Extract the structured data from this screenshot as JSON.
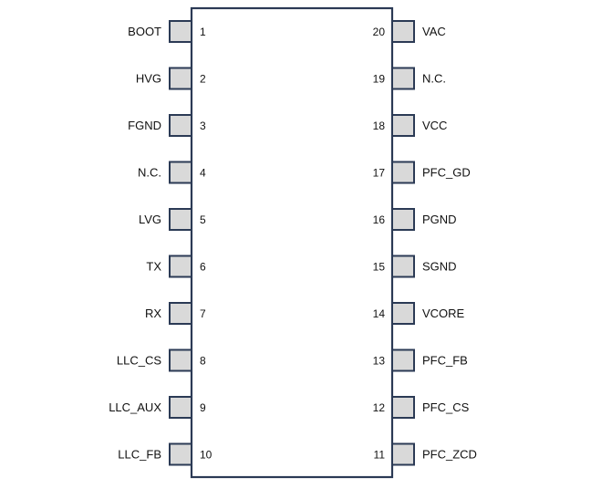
{
  "package": {
    "left_pins": [
      {
        "number": "1",
        "name": "BOOT"
      },
      {
        "number": "2",
        "name": "HVG"
      },
      {
        "number": "3",
        "name": "FGND"
      },
      {
        "number": "4",
        "name": "N.C."
      },
      {
        "number": "5",
        "name": "LVG"
      },
      {
        "number": "6",
        "name": "TX"
      },
      {
        "number": "7",
        "name": "RX"
      },
      {
        "number": "8",
        "name": "LLC_CS"
      },
      {
        "number": "9",
        "name": "LLC_AUX"
      },
      {
        "number": "10",
        "name": "LLC_FB"
      }
    ],
    "right_pins": [
      {
        "number": "20",
        "name": "VAC"
      },
      {
        "number": "19",
        "name": "N.C."
      },
      {
        "number": "18",
        "name": "VCC"
      },
      {
        "number": "17",
        "name": "PFC_GD"
      },
      {
        "number": "16",
        "name": "PGND"
      },
      {
        "number": "15",
        "name": "SGND"
      },
      {
        "number": "14",
        "name": "VCORE"
      },
      {
        "number": "13",
        "name": "PFC_FB"
      },
      {
        "number": "12",
        "name": "PFC_CS"
      },
      {
        "number": "11",
        "name": "PFC_ZCD"
      }
    ]
  },
  "colors": {
    "outline": "#2b3a55",
    "pin_fill": "#d9d9d9",
    "text": "#111111"
  }
}
